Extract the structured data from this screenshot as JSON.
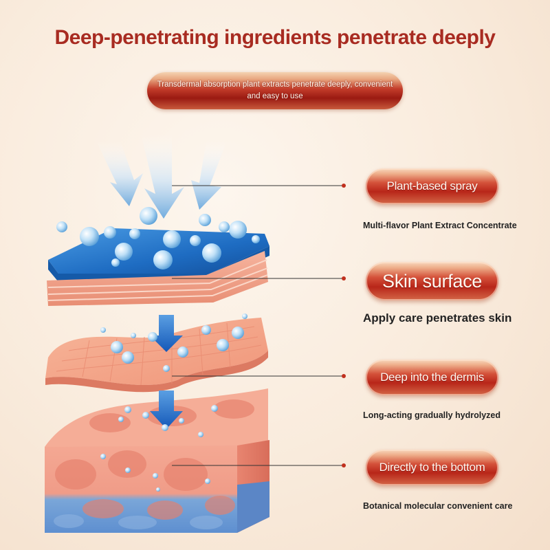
{
  "header": {
    "title": "Deep-penetrating ingredients penetrate deeply",
    "subtitle": "Transdermal absorption plant extracts penetrate deeply, convenient and easy to use"
  },
  "layers": [
    {
      "label": "Plant-based spray",
      "caption": "Multi-flavor Plant Extract Concentrate"
    },
    {
      "label": "Skin surface",
      "caption": "Apply care penetrates skin"
    },
    {
      "label": "Deep into the dermis",
      "caption": "Long-acting gradually hydrolyzed"
    },
    {
      "label": "Directly to the bottom",
      "caption": "Botanical molecular convenient care"
    }
  ],
  "colors": {
    "title": "#a82b21",
    "pill_red": "#b82619",
    "spray_blue": "#1f6fc4",
    "skin_pink": "#f2a98c",
    "connector_line": "#333333",
    "connector_dot": "#c0301e"
  },
  "icons": [
    "spray-stream-arrow-icon",
    "down-arrow-icon",
    "droplet-icon"
  ]
}
